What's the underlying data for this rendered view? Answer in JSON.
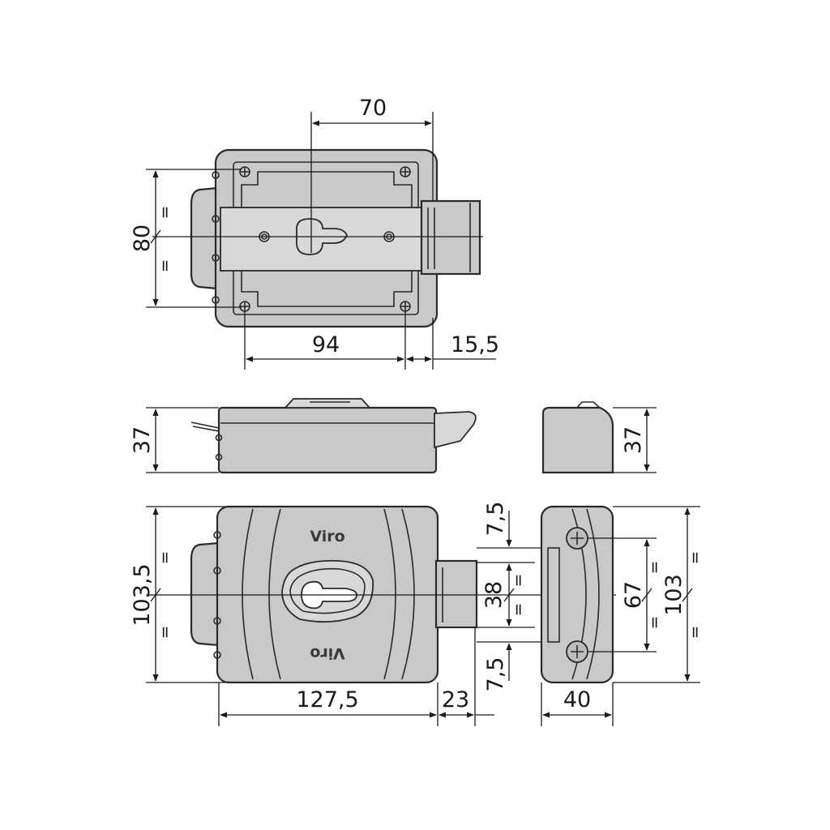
{
  "brand": {
    "logo": "Viro",
    "logo_mirrored": "Viro"
  },
  "equal_sign": "=",
  "top_view": {
    "dim_70": "70",
    "dim_80": "80",
    "dim_94": "94",
    "dim_15_5": "15,5"
  },
  "side_view": {
    "dim_37_left": "37",
    "dim_37_right": "37"
  },
  "front_view": {
    "dim_103_5": "103,5",
    "dim_127_5": "127,5",
    "dim_23": "23",
    "dim_7_5_top": "7,5",
    "dim_38": "38",
    "dim_7_5_bottom": "7,5"
  },
  "end_view": {
    "dim_67": "67",
    "dim_103": "103",
    "dim_40": "40"
  },
  "colors": {
    "body": "#c9c9c9",
    "line": "#2a2a2a",
    "background": "#ffffff"
  }
}
